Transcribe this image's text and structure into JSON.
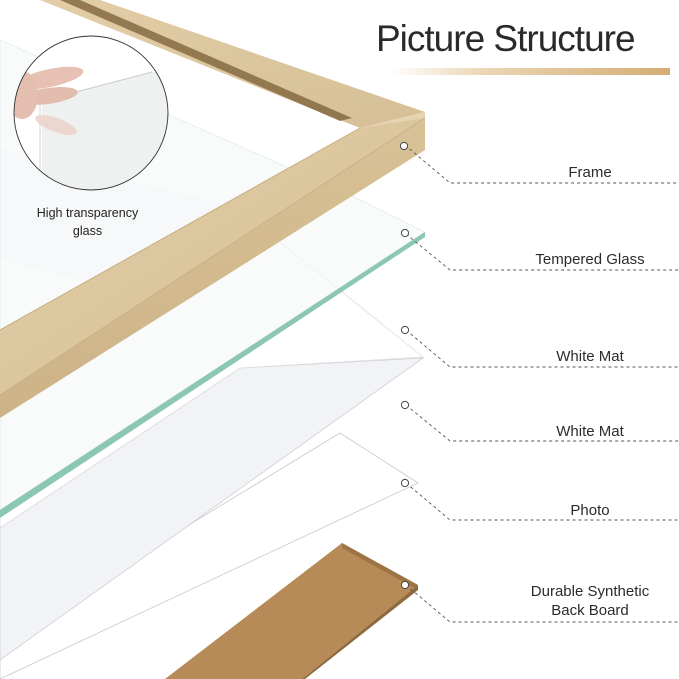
{
  "title": "Picture Structure",
  "inset": {
    "caption_line1": "High transparency",
    "caption_line2": "glass"
  },
  "layers": [
    {
      "id": "frame",
      "label": "Frame"
    },
    {
      "id": "tempered-glass",
      "label": "Tempered Glass"
    },
    {
      "id": "white-mat-1",
      "label": "White Mat"
    },
    {
      "id": "white-mat-2",
      "label": "White Mat"
    },
    {
      "id": "photo",
      "label": "Photo"
    },
    {
      "id": "back-board",
      "label_line1": "Durable Synthetic",
      "label_line2": "Back Board"
    }
  ],
  "colors": {
    "frame_wood": "#d9c29a",
    "frame_shadow": "#b89f72",
    "glass_edge": "#8cc7b4",
    "mat": "#f3f4f8",
    "backboard": "#b58a55",
    "title_bar_gold": "#d4ad74",
    "leader_line": "#555555"
  }
}
